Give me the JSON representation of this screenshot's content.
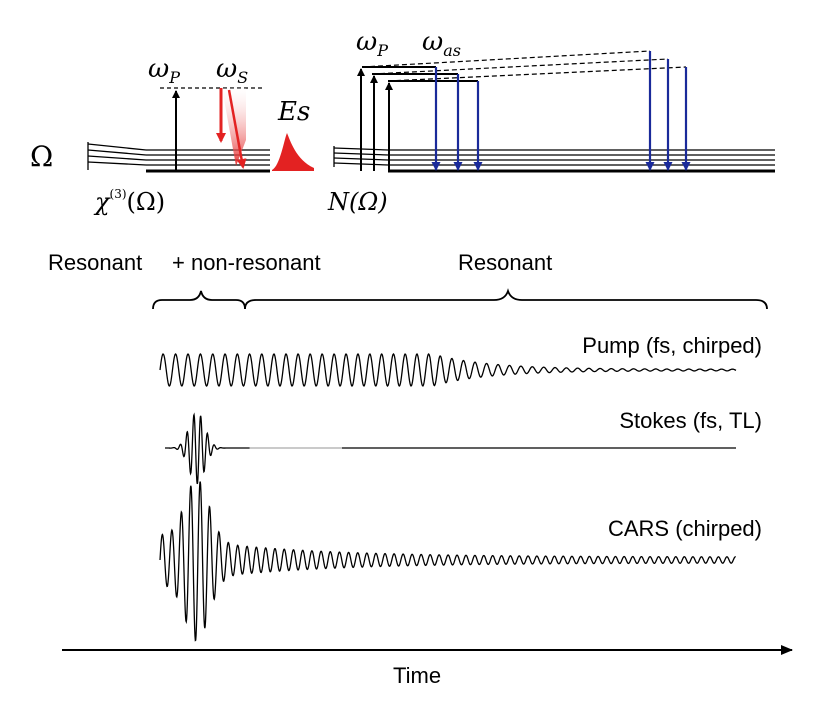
{
  "colors": {
    "stokes_red": "#e32222",
    "anti_stokes_blue": "#1a2a9a",
    "ink": "#000000",
    "stokes_trace_tail": "#aaaaaa"
  },
  "energy_diagram": {
    "omega_label": "Ω",
    "omega_p_base": "ω",
    "omega_p_sub": "P",
    "omega_s_base": "ω",
    "omega_s_sub": "S",
    "es_label": "Es",
    "chi_base": "χ",
    "chi_sup": "(3)",
    "chi_arg": "(Ω)",
    "n_label": "N(Ω)",
    "omega_p2_base": "ω",
    "omega_p2_sub": "P",
    "omega_as_base": "ω",
    "omega_as_sub": "as"
  },
  "regions": {
    "left_resonant": "Resonant",
    "left_nonresonant": "+ non-resonant",
    "right_resonant": "Resonant"
  },
  "traces": {
    "pump_label": "Pump (fs, chirped)",
    "stokes_label": "Stokes (fs, TL)",
    "cars_label": "CARS (chirped)"
  },
  "axis": {
    "time_label": "Time"
  }
}
